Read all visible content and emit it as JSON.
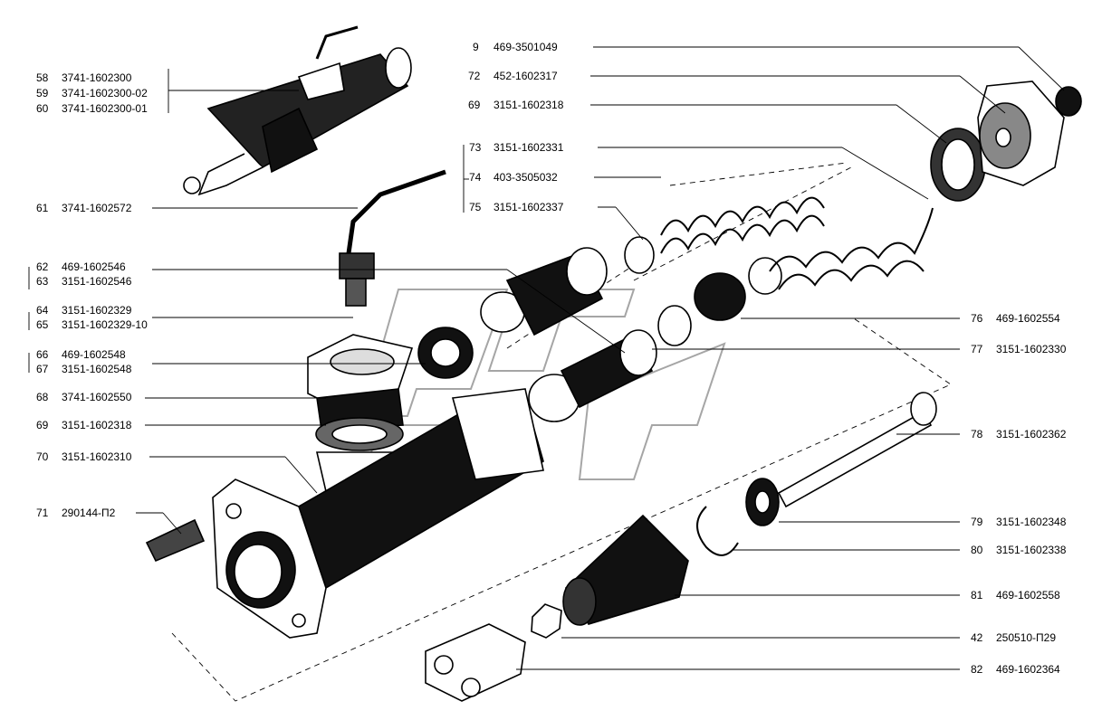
{
  "callouts": [
    {
      "num": "58",
      "code": "3741-1602300"
    },
    {
      "num": "59",
      "code": "3741-1602300-02"
    },
    {
      "num": "60",
      "code": "3741-1602300-01"
    },
    {
      "num": "61",
      "code": "3741-1602572"
    },
    {
      "num": "62",
      "code": "469-1602546"
    },
    {
      "num": "63",
      "code": "3151-1602546"
    },
    {
      "num": "64",
      "code": "3151-1602329"
    },
    {
      "num": "65",
      "code": "3151-1602329-10"
    },
    {
      "num": "66",
      "code": "469-1602548"
    },
    {
      "num": "67",
      "code": "3151-1602548"
    },
    {
      "num": "68",
      "code": "3741-1602550"
    },
    {
      "num": "69",
      "code": "3151-1602318"
    },
    {
      "num": "70",
      "code": "3151-1602310"
    },
    {
      "num": "71",
      "code": "290144-П2"
    },
    {
      "num": "9",
      "code": "469-3501049"
    },
    {
      "num": "72",
      "code": "452-1602317"
    },
    {
      "num": "69",
      "code": "3151-1602318"
    },
    {
      "num": "73",
      "code": "3151-1602331"
    },
    {
      "num": "74",
      "code": "403-3505032"
    },
    {
      "num": "75",
      "code": "3151-1602337"
    },
    {
      "num": "76",
      "code": "469-1602554"
    },
    {
      "num": "77",
      "code": "3151-1602330"
    },
    {
      "num": "78",
      "code": "3151-1602362"
    },
    {
      "num": "79",
      "code": "3151-1602348"
    },
    {
      "num": "80",
      "code": "3151-1602338"
    },
    {
      "num": "81",
      "code": "469-1602558"
    },
    {
      "num": "42",
      "code": "250510-П29"
    },
    {
      "num": "82",
      "code": "469-1602364"
    }
  ]
}
